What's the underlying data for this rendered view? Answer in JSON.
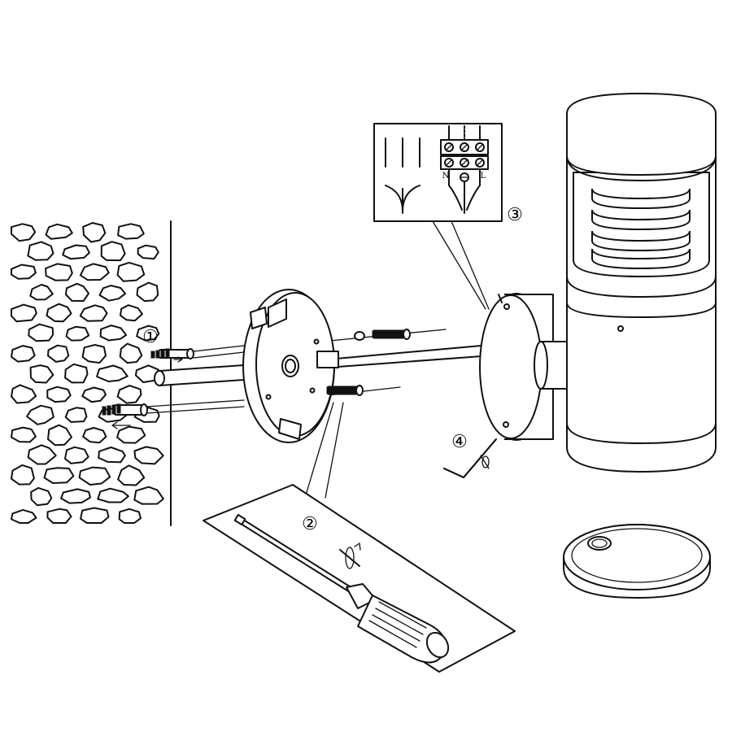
{
  "steps": [
    {
      "id": "1",
      "marker": "①"
    },
    {
      "id": "2",
      "marker": "②"
    },
    {
      "id": "3",
      "marker": "③"
    },
    {
      "id": "4",
      "marker": "④"
    }
  ],
  "wiring": {
    "terminal_labels": [
      "N",
      "L"
    ]
  },
  "icons": {
    "wall": "stone-wall-icon",
    "plug": "wall-plug-icon",
    "bracket": "mounting-plate-icon",
    "screw": "screw-icon",
    "screwdriver": "screwdriver-icon",
    "allen_key": "allen-key-icon",
    "lamp": "wall-lamp-icon",
    "cover": "diffuser-cap-icon",
    "terminal_block": "terminal-block-icon",
    "ground": "ground-symbol-icon"
  }
}
